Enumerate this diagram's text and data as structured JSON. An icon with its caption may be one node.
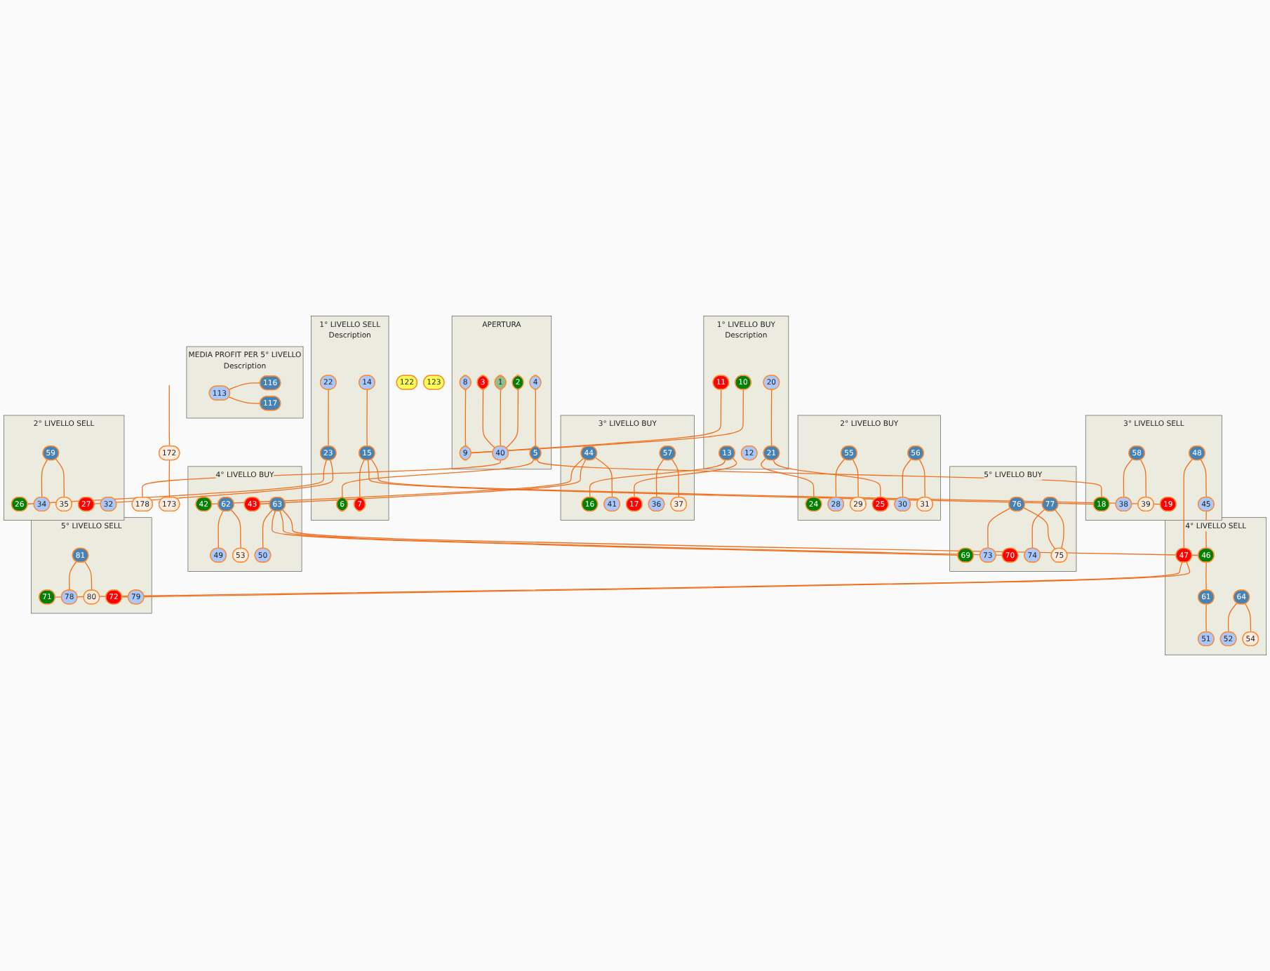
{
  "diagram": {
    "nodes": [
      {
        "text": [
          "2° LIVELLO BUY"
        ]
      },
      {
        "text": [
          "24"
        ],
        "in": 0
      },
      {
        "text": [
          "28"
        ],
        "in": 0
      },
      {
        "text": [
          "55"
        ],
        "in": 0
      },
      {
        "text": [
          "29"
        ],
        "in": 0
      },
      {
        "text": [
          "25"
        ],
        "in": 0
      },
      {
        "text": [
          "30"
        ],
        "in": 0
      },
      {
        "text": [
          "56"
        ],
        "in": 0
      },
      {
        "text": [
          "31"
        ],
        "in": 0
      },
      {
        "text": [
          "172"
        ]
      },
      {
        "text": [
          "5° LIVELLO BUY"
        ]
      },
      {
        "text": [
          "69"
        ],
        "in": 10
      },
      {
        "text": [
          "73"
        ],
        "in": 10
      },
      {
        "text": [
          "76"
        ],
        "in": 10
      },
      {
        "text": [
          "70"
        ],
        "in": 10
      },
      {
        "text": [
          "74"
        ],
        "in": 10
      },
      {
        "text": [
          "77"
        ],
        "in": 10
      },
      {
        "text": [
          "75"
        ],
        "in": 10
      },
      {
        "text": [
          "1° LIVELLO BUY",
          "Description"
        ]
      },
      {
        "text": [
          "10"
        ],
        "in": 18
      },
      {
        "text": [
          "20"
        ],
        "in": 18
      },
      {
        "text": [
          "21"
        ],
        "in": 18
      },
      {
        "text": [
          "11"
        ],
        "in": 18
      },
      {
        "text": [
          "12"
        ],
        "in": 18
      },
      {
        "text": [
          "13"
        ],
        "in": 18
      },
      {
        "text": [
          "3° LIVELLO BUY"
        ]
      },
      {
        "text": [
          "16"
        ],
        "in": 25
      },
      {
        "text": [
          "41"
        ],
        "in": 25
      },
      {
        "text": [
          "44"
        ],
        "in": 25
      },
      {
        "text": [
          "17"
        ],
        "in": 25
      },
      {
        "text": [
          "36"
        ],
        "in": 25
      },
      {
        "text": [
          "57"
        ],
        "in": 25
      },
      {
        "text": [
          "37"
        ],
        "in": 25
      },
      {
        "text": [
          "4° LIVELLO BUY"
        ]
      },
      {
        "text": [
          "42"
        ],
        "in": 33
      },
      {
        "text": [
          "49"
        ],
        "in": 33
      },
      {
        "text": [
          "62"
        ],
        "in": 33
      },
      {
        "text": [
          "53"
        ],
        "in": 33
      },
      {
        "text": [
          "43"
        ],
        "in": 33
      },
      {
        "text": [
          "50"
        ],
        "in": 33
      },
      {
        "text": [
          "63"
        ],
        "in": 33
      },
      {
        "text": [
          "122"
        ]
      },
      {
        "text": [
          "APERTURA"
        ]
      },
      {
        "text": [
          "2"
        ],
        "in": 42
      },
      {
        "text": [
          "8"
        ],
        "in": 42
      },
      {
        "text": [
          "9"
        ],
        "in": 42
      },
      {
        "text": [
          "1"
        ],
        "in": 42
      },
      {
        "text": [
          "40"
        ],
        "in": 42
      },
      {
        "text": [
          "3"
        ],
        "in": 42
      },
      {
        "text": [
          "4"
        ],
        "in": 42
      },
      {
        "text": [
          "5"
        ],
        "in": 42
      },
      {
        "text": [
          "178"
        ]
      },
      {
        "text": [
          "MEDIA PROFIT PER 5° LIVELLO",
          "Description"
        ]
      },
      {
        "text": [
          "113"
        ],
        "in": 52
      },
      {
        "text": [
          "116"
        ],
        "in": 52
      },
      {
        "text": [
          "117"
        ],
        "in": 52
      },
      {
        "text": [
          "1° LIVELLO SELL",
          "Description"
        ]
      },
      {
        "text": [
          "6"
        ],
        "in": 56
      },
      {
        "text": [
          "14"
        ],
        "in": 56
      },
      {
        "text": [
          "15"
        ],
        "in": 56
      },
      {
        "text": [
          "7"
        ],
        "in": 56
      },
      {
        "text": [
          "22"
        ],
        "in": 56
      },
      {
        "text": [
          "23"
        ],
        "in": 56
      },
      {
        "text": [
          "3° LIVELLO SELL"
        ]
      },
      {
        "text": [
          "18"
        ],
        "in": 63
      },
      {
        "text": [
          "38"
        ],
        "in": 63
      },
      {
        "text": [
          "58"
        ],
        "in": 63
      },
      {
        "text": [
          "39"
        ],
        "in": 63
      },
      {
        "text": [
          "19"
        ],
        "in": 63
      },
      {
        "text": [
          "45"
        ],
        "in": 63
      },
      {
        "text": [
          "48"
        ],
        "in": 63
      },
      {
        "text": [
          "4° LIVELLO SELL"
        ]
      },
      {
        "text": [
          "46"
        ],
        "in": 71
      },
      {
        "text": [
          "51"
        ],
        "in": 71
      },
      {
        "text": [
          "61"
        ],
        "in": 71
      },
      {
        "text": [
          "47"
        ],
        "in": 71
      },
      {
        "text": [
          "52"
        ],
        "in": 71
      },
      {
        "text": [
          "64"
        ],
        "in": 71
      },
      {
        "text": [
          "54"
        ],
        "in": 71
      },
      {
        "text": [
          "123"
        ]
      },
      {
        "text": [
          "2° LIVELLO SELL"
        ]
      },
      {
        "text": [
          "26"
        ],
        "in": 80
      },
      {
        "text": [
          "34"
        ],
        "in": 80
      },
      {
        "text": [
          "59"
        ],
        "in": 80
      },
      {
        "text": [
          "35"
        ],
        "in": 80
      },
      {
        "text": [
          "27"
        ],
        "in": 80
      },
      {
        "text": [
          "32"
        ],
        "in": 80
      },
      {
        "text": [
          "173"
        ]
      },
      {
        "text": [
          "5° LIVELLO SELL"
        ]
      },
      {
        "text": [
          "71"
        ],
        "in": 88
      },
      {
        "text": [
          "78"
        ],
        "in": 88
      },
      {
        "text": [
          "81"
        ],
        "in": 88
      },
      {
        "text": [
          "80"
        ],
        "in": 88
      },
      {
        "text": [
          "72"
        ],
        "in": 88
      },
      {
        "text": [
          "79"
        ],
        "in": 88
      }
    ],
    "edges": [
      {
        "from": 3,
        "to": 2,
        "arrow": "none"
      },
      {
        "from": 3,
        "to": 4,
        "arrow": "none"
      },
      {
        "from": 7,
        "to": 6,
        "arrow": "none"
      },
      {
        "from": 7,
        "to": 8,
        "arrow": "none"
      },
      {
        "from": null,
        "to": 9,
        "arrow": "none"
      },
      {
        "from": 9,
        "to": 87,
        "arrow": "none"
      },
      {
        "from": 13,
        "to": 12,
        "arrow": "none"
      },
      {
        "from": 16,
        "to": 15,
        "arrow": "none"
      },
      {
        "from": 16,
        "to": 17,
        "arrow": "none"
      },
      {
        "from": 13,
        "to": 17,
        "arrow": "none"
      },
      {
        "from": 20,
        "to": 21,
        "arrow": "none"
      },
      {
        "from": 21,
        "to": 1,
        "arrow": "none"
      },
      {
        "from": 21,
        "to": 5,
        "arrow": "none"
      },
      {
        "from": 19,
        "to": 45,
        "arrow": "none"
      },
      {
        "from": 22,
        "to": 45,
        "arrow": "none"
      },
      {
        "from": 24,
        "to": 26,
        "arrow": "none"
      },
      {
        "from": 24,
        "to": 29,
        "arrow": "none"
      },
      {
        "from": 28,
        "to": 27,
        "arrow": "none"
      },
      {
        "from": 31,
        "to": 30,
        "arrow": "none"
      },
      {
        "from": 31,
        "to": 32,
        "arrow": "none"
      },
      {
        "from": 28,
        "to": 34,
        "arrow": "none"
      },
      {
        "from": 28,
        "to": 38,
        "arrow": "none"
      },
      {
        "from": 36,
        "to": 35,
        "arrow": "none"
      },
      {
        "from": 36,
        "to": 37,
        "arrow": "none"
      },
      {
        "from": 40,
        "to": 39,
        "arrow": "none"
      },
      {
        "from": 40,
        "to": 11,
        "arrow": "none"
      },
      {
        "from": 40,
        "to": 14,
        "arrow": "none"
      },
      {
        "from": 40,
        "to": 72,
        "arrow": "none"
      },
      {
        "from": 43,
        "to": 47,
        "arrow": "none"
      },
      {
        "from": 46,
        "to": 47,
        "arrow": "none"
      },
      {
        "from": 48,
        "to": 47,
        "arrow": "none"
      },
      {
        "from": 47,
        "to": 51,
        "arrow": "none"
      },
      {
        "from": 44,
        "to": 45,
        "arrow": "none"
      },
      {
        "from": 49,
        "to": 50,
        "arrow": "none"
      },
      {
        "from": 50,
        "to": 57,
        "arrow": "none"
      },
      {
        "from": 50,
        "to": 64,
        "arrow": "none"
      },
      {
        "from": 53,
        "to": 54,
        "arrow": "none"
      },
      {
        "from": 53,
        "to": 55,
        "arrow": "none"
      },
      {
        "from": 58,
        "to": 59,
        "arrow": "none"
      },
      {
        "from": 59,
        "to": 60,
        "arrow": "none"
      },
      {
        "from": 61,
        "to": 62,
        "arrow": "none"
      },
      {
        "from": 59,
        "to": 64,
        "arrow": "none"
      },
      {
        "from": 59,
        "to": 68,
        "arrow": "none"
      },
      {
        "from": 62,
        "to": 81,
        "arrow": "none"
      },
      {
        "from": 62,
        "to": 85,
        "arrow": "none"
      },
      {
        "from": 66,
        "to": 65,
        "arrow": "none"
      },
      {
        "from": 66,
        "to": 67,
        "arrow": "none"
      },
      {
        "from": 70,
        "to": 69,
        "arrow": "none"
      },
      {
        "from": 69,
        "to": 72,
        "arrow": "none"
      },
      {
        "from": 70,
        "to": 75,
        "arrow": "none"
      },
      {
        "from": 72,
        "to": 74,
        "arrow": "none"
      },
      {
        "from": 74,
        "to": 73,
        "arrow": "none"
      },
      {
        "from": 77,
        "to": 76,
        "arrow": "none"
      },
      {
        "from": 77,
        "to": 78,
        "arrow": "none"
      },
      {
        "from": 75,
        "to": 89,
        "arrow": "none"
      },
      {
        "from": 75,
        "to": 93,
        "arrow": "none"
      },
      {
        "from": 83,
        "to": 82,
        "arrow": "none"
      },
      {
        "from": 83,
        "to": 84,
        "arrow": "none"
      },
      {
        "from": 91,
        "to": 90,
        "arrow": "none"
      },
      {
        "from": 91,
        "to": 92,
        "arrow": "none"
      }
    ]
  }
}
